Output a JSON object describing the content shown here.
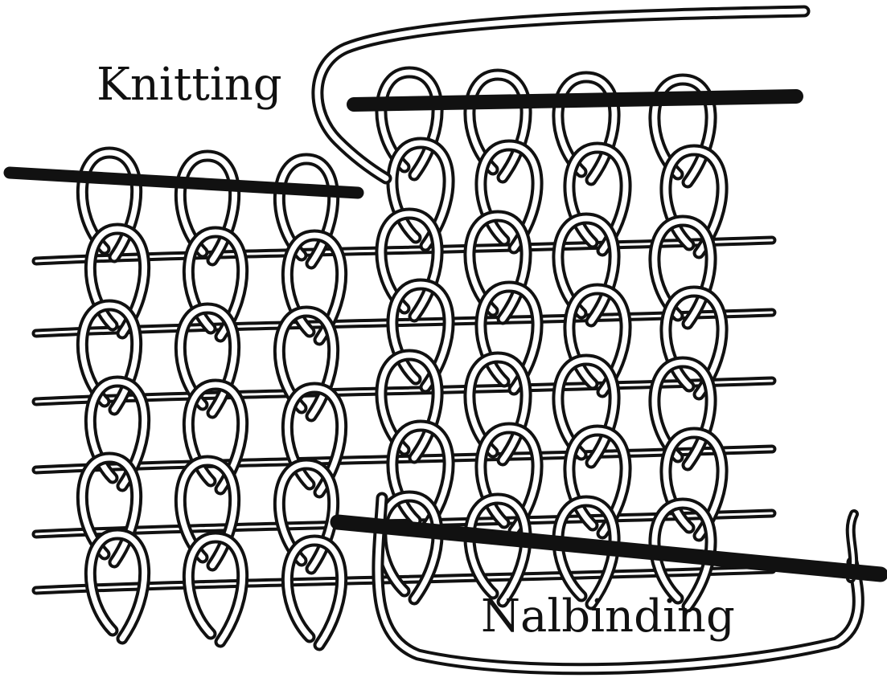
{
  "labels": {
    "knitting": "Knitting",
    "nalbinding": "Nalbinding"
  },
  "colors": {
    "yarn_outline": "#111111",
    "yarn_fill": "#ffffff",
    "needle": "#111111",
    "background": "#ffffff"
  },
  "figure": {
    "knitting_columns": 3,
    "nalbinding_columns": 4,
    "rows": 6,
    "needles": [
      "knitting-needle",
      "nalbinding-needle-top",
      "nalbinding-needle-bottom"
    ]
  }
}
